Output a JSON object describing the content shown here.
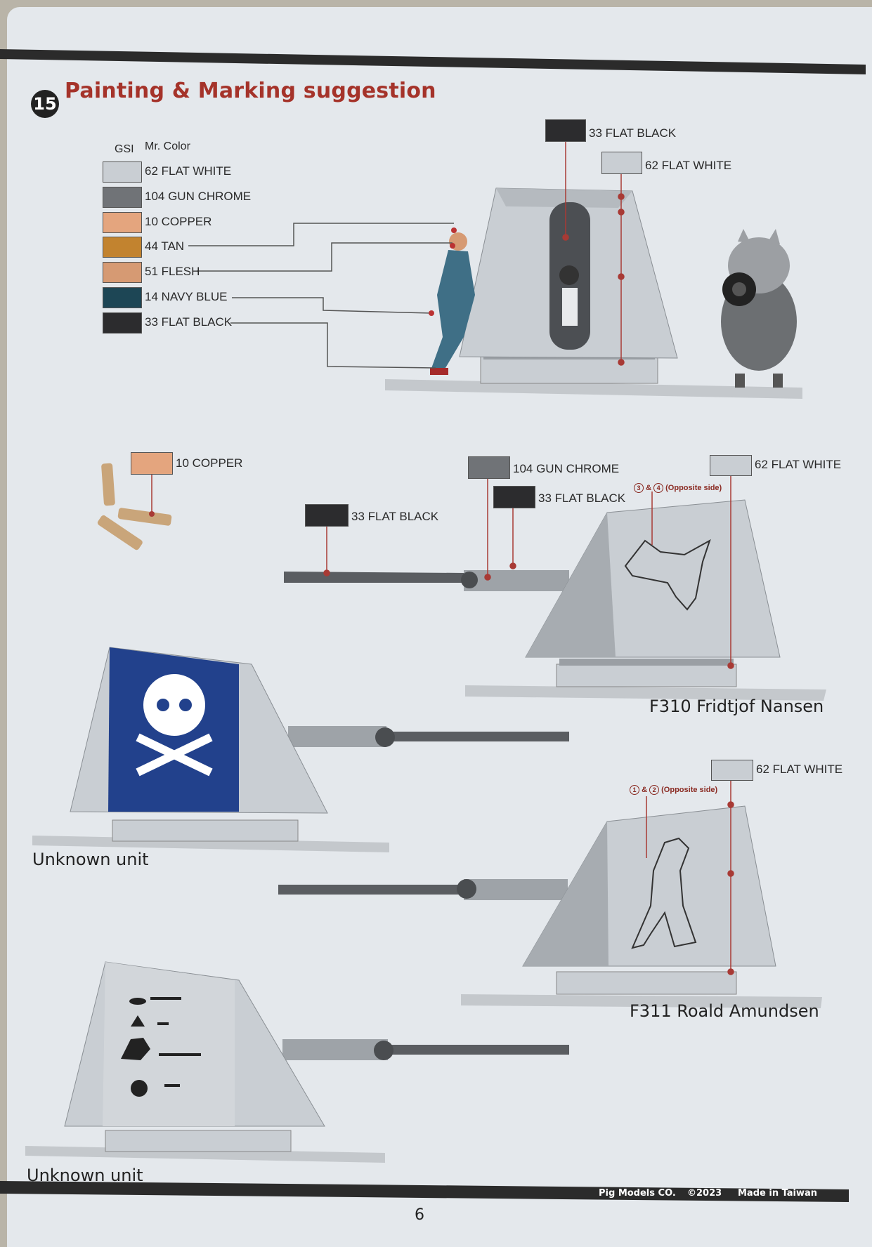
{
  "header": {
    "step_number": "15",
    "title": "Painting & Marking suggestion",
    "col_gsi": "GSI",
    "col_mrcolor": "Mr. Color"
  },
  "colors": {
    "flat_white": "#c9ced3",
    "gun_chrome": "#707377",
    "copper": "#e4a57e",
    "tan": "#c2832f",
    "flesh": "#d69a73",
    "navy_blue": "#1d4655",
    "flat_black": "#2c2c2e",
    "title_red": "#a5332a",
    "lead_line": "#a83a35"
  },
  "legend": [
    {
      "label": "62 FLAT WHITE",
      "color": "#c9ced3"
    },
    {
      "label": "104 GUN CHROME",
      "color": "#707377"
    },
    {
      "label": "10 COPPER",
      "color": "#e4a57e"
    },
    {
      "label": "44 TAN",
      "color": "#c2832f"
    },
    {
      "label": "51 FLESH",
      "color": "#d69a73"
    },
    {
      "label": "14 NAVY BLUE",
      "color": "#1d4655"
    },
    {
      "label": "33 FLAT BLACK",
      "color": "#2c2c2e"
    }
  ],
  "callouts": {
    "top_flat_black": "33 FLAT BLACK",
    "top_flat_white": "62 FLAT WHITE",
    "shell_copper": "10 COPPER",
    "barrel_flat_black": "33 FLAT BLACK",
    "gun_chrome": "104 GUN CHROME",
    "mount_flat_black": "33 FLAT BLACK",
    "nansen_flat_white": "62 FLAT WHITE",
    "amundsen_flat_white": "62 FLAT WHITE"
  },
  "decal_notes": {
    "nansen_a": "3",
    "nansen_b": "4",
    "nansen_amp": "&",
    "nansen_side": "(Opposite side)",
    "amundsen_a": "1",
    "amundsen_b": "2",
    "amundsen_amp": "&",
    "amundsen_side": "(Opposite side)"
  },
  "captions": {
    "nansen": "F310 Fridtjof Nansen",
    "amundsen": "F311 Roald Amundsen",
    "unknown_1": "Unknown unit",
    "unknown_2": "Unknown unit"
  },
  "footer": {
    "company": "Pig Models CO.",
    "copyright": "©2023",
    "origin": "Made in Taiwan",
    "page_number": "6"
  }
}
